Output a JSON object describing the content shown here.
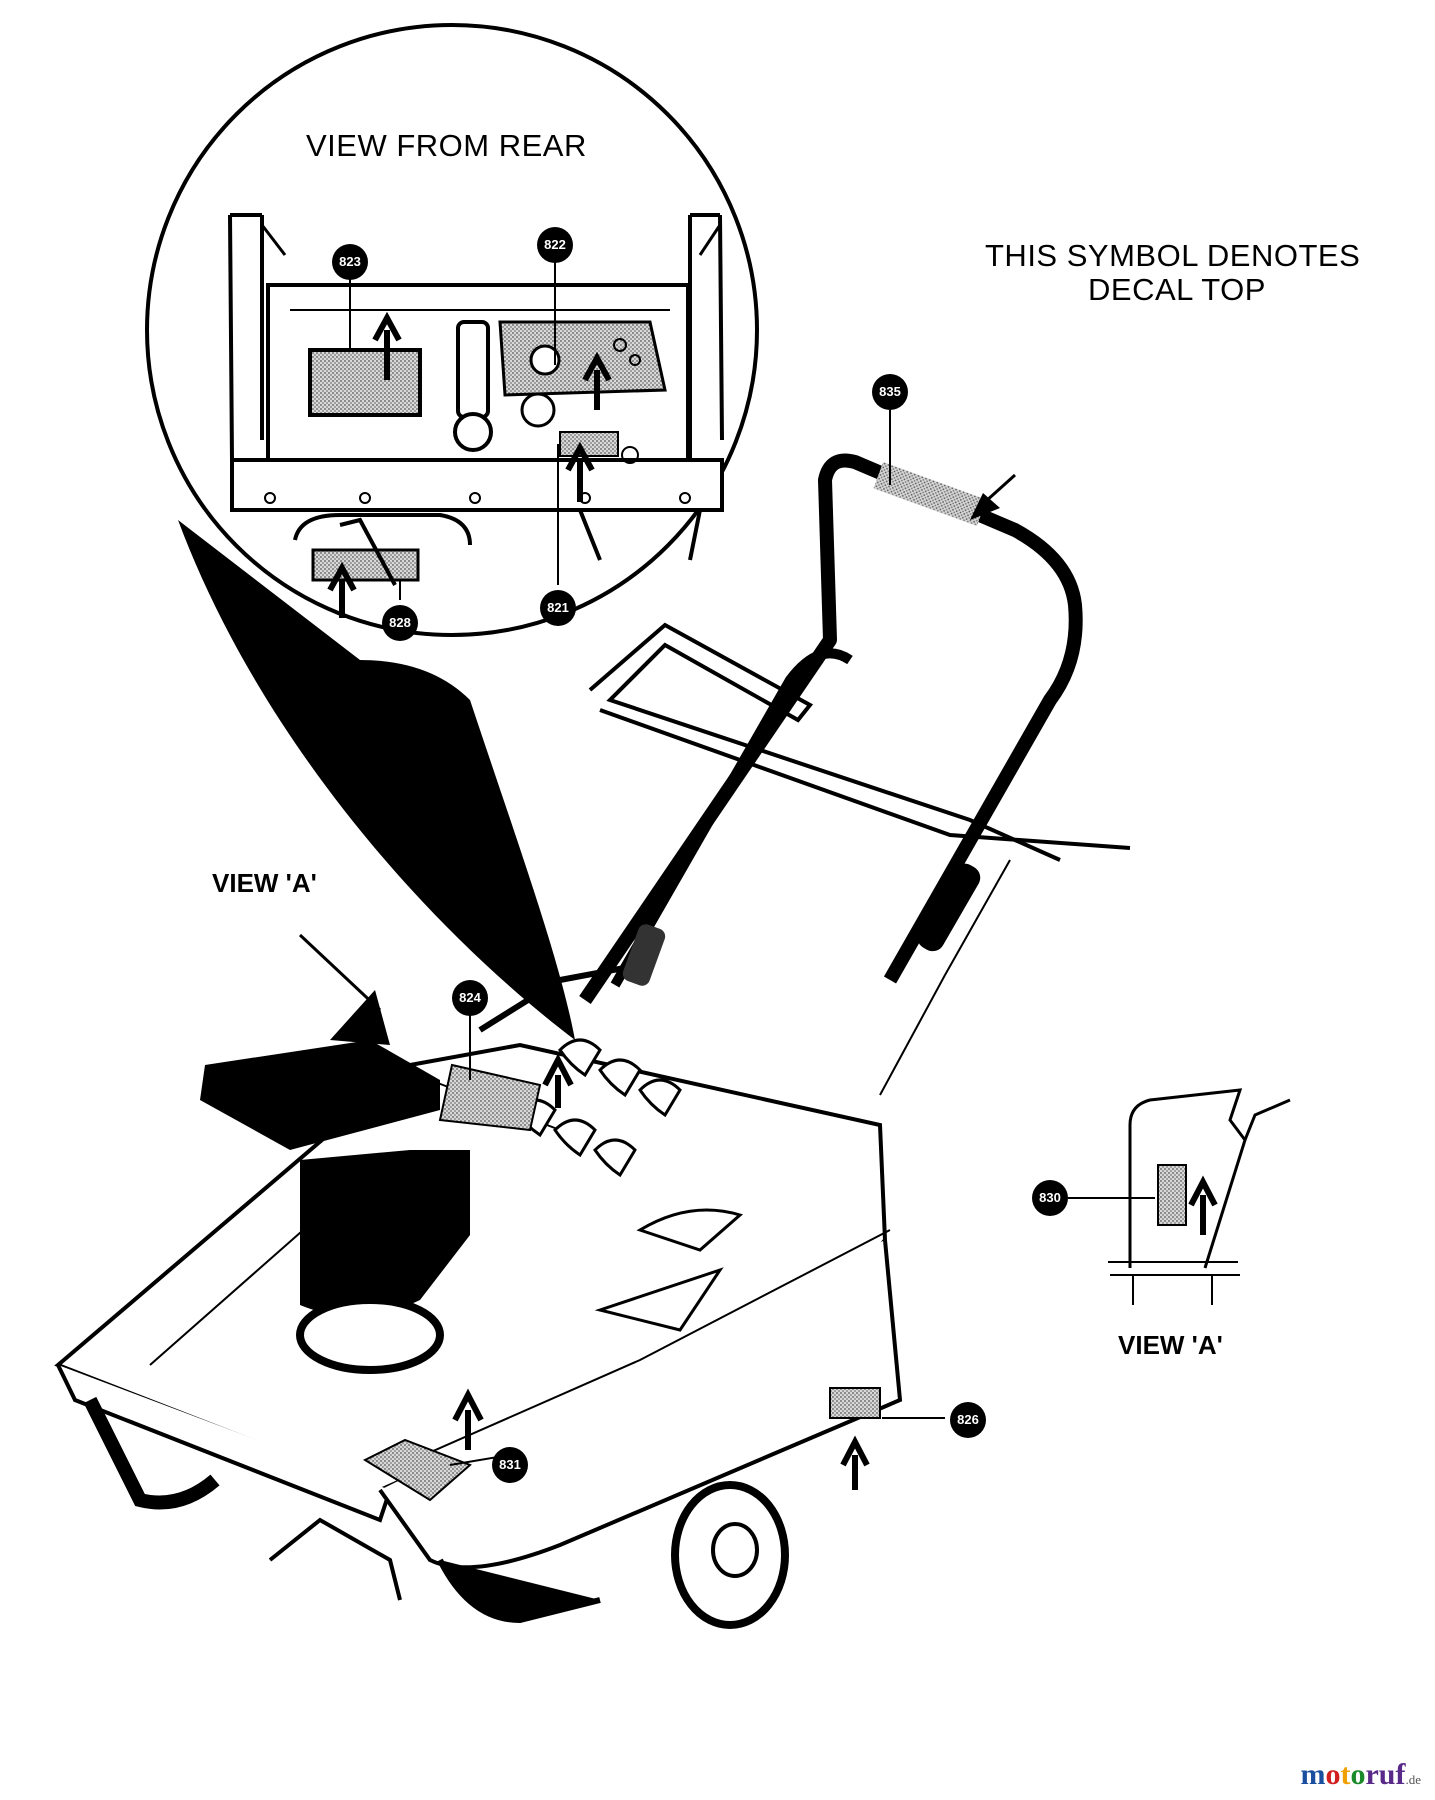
{
  "titles": {
    "view_from_rear": "VIEW FROM REAR",
    "symbol_note_line1": "THIS SYMBOL DENOTES",
    "symbol_note_line2": "DECAL TOP",
    "view_a_main": "VIEW 'A'",
    "view_a_inset": "VIEW 'A'"
  },
  "callouts": {
    "c823": "823",
    "c822": "822",
    "c821": "821",
    "c828": "828",
    "c835": "835",
    "c824": "824",
    "c830": "830",
    "c826": "826",
    "c831": "831"
  },
  "watermark": {
    "brand": "motoruf",
    "tld": ".de",
    "color_m": "#1a4fa0",
    "color_o1": "#d22020",
    "color_t": "#f0a000",
    "color_o2": "#1a8a2a",
    "color_ruf": "#5a2a8a"
  },
  "colors": {
    "line": "#000000",
    "decal_fill": "#bdbdbd",
    "background": "#ffffff"
  }
}
